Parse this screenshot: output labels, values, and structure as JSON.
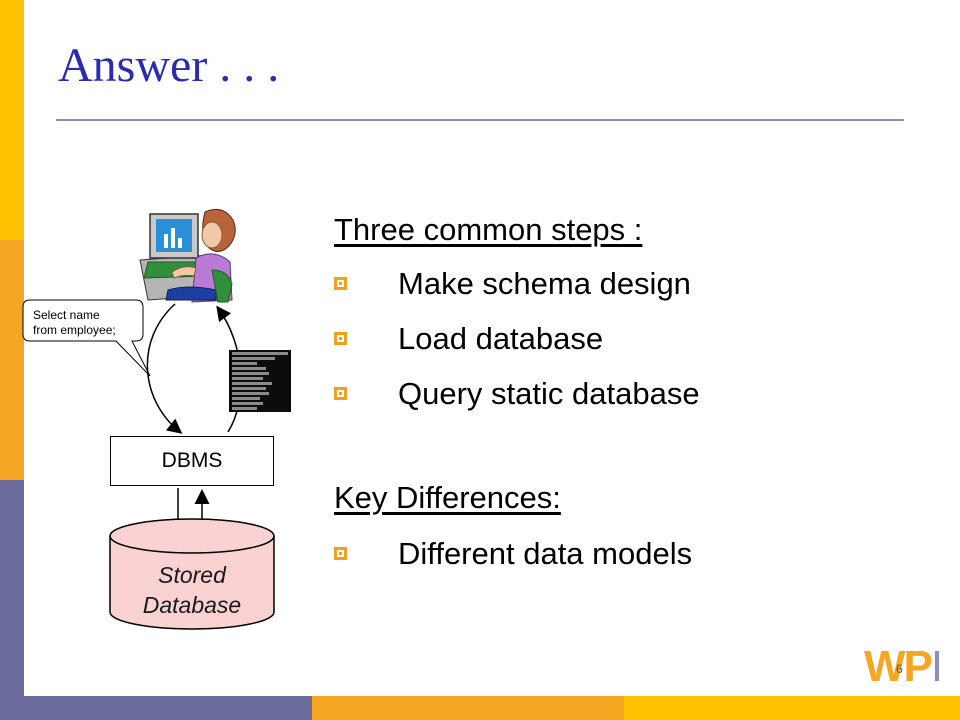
{
  "slide": {
    "title": "Answer . . .",
    "page_number": "6"
  },
  "steps": {
    "heading": "Three common steps :",
    "items": [
      "Make schema design",
      "Load database",
      "Query static database"
    ]
  },
  "differences": {
    "heading": "Key Differences:",
    "items": [
      "Different data models"
    ]
  },
  "diagram": {
    "dbms_label": "DBMS",
    "database_label": "Stored\nDatabase",
    "query_callout": "Select name\nfrom employee;"
  },
  "logo": {
    "letter_w": "W",
    "letter_p": "P",
    "letter_i": "I"
  },
  "colors": {
    "title": "#2b2bb0",
    "bullet": "#f0a020",
    "left_band_yellow": "#ffc000",
    "left_band_orange": "#f5a623",
    "left_band_slate": "#6b6b9e",
    "database_fill": "#fad2d2"
  }
}
